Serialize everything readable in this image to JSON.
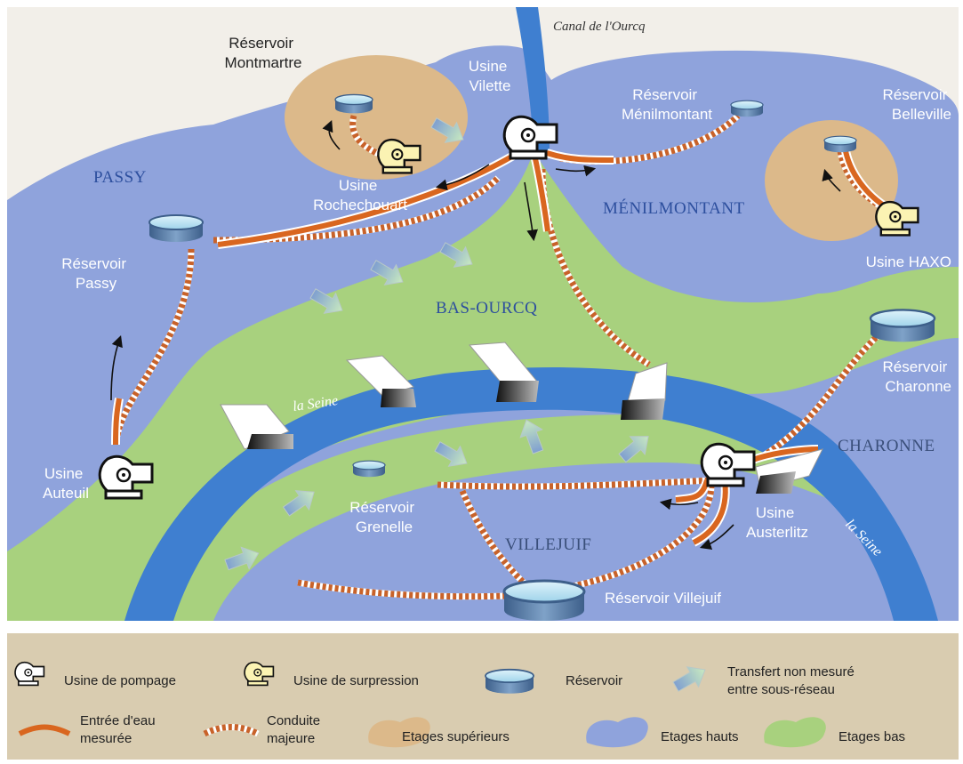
{
  "labels": {
    "canal": "Canal de l'Ourcq",
    "reservoir_montmartre": [
      "Réservoir",
      "Montmartre"
    ],
    "usine_vilette": [
      "Usine",
      "Vilette"
    ],
    "reservoir_menilmontant": [
      "Réservoir",
      "Ménilmontant"
    ],
    "reservoir_belleville": [
      "Réservoir",
      "Belleville"
    ],
    "usine_rochechouart": [
      "Usine",
      "Rochechouart"
    ],
    "reservoir_passy": [
      "Réservoir",
      "Passy"
    ],
    "usine_haxo": "Usine HAXO",
    "reservoir_charonne": [
      "Réservoir",
      "Charonne"
    ],
    "usine_auteuil": [
      "Usine",
      "Auteuil"
    ],
    "reservoir_grenelle": [
      "Réservoir",
      "Grenelle"
    ],
    "usine_austerlitz": [
      "Usine",
      "Austerlitz"
    ],
    "reservoir_villejuif": "Réservoir Villejuif",
    "seine_1": "la Seine",
    "seine_2": "la Seine"
  },
  "zones": {
    "passy": "PASSY",
    "menilmontant": "MÉNILMONTANT",
    "bas_ourcq": "BAS-OURCQ",
    "charonne": "CHARONNE",
    "villejuif": "VILLEJUIF"
  },
  "legend": {
    "pump": "Usine de pompage",
    "booster": "Usine de surpression",
    "reservoir": "Réservoir",
    "transfer": [
      "Transfert non mesuré",
      "entre sous-réseau"
    ],
    "measured": [
      "Entrée d'eau",
      "mesurée"
    ],
    "major": [
      "Conduite",
      "majeure"
    ],
    "upper": "Etages supérieurs",
    "high": "Etages hauts",
    "low": "Etages bas"
  },
  "colors": {
    "high_zone": "#8fa3dc",
    "low_zone": "#a8d17e",
    "upper_zone": "#dcb98a",
    "seine": "#3f7fd0",
    "pipe": "#d9661f",
    "legend_bg": "#d9ccb0"
  }
}
